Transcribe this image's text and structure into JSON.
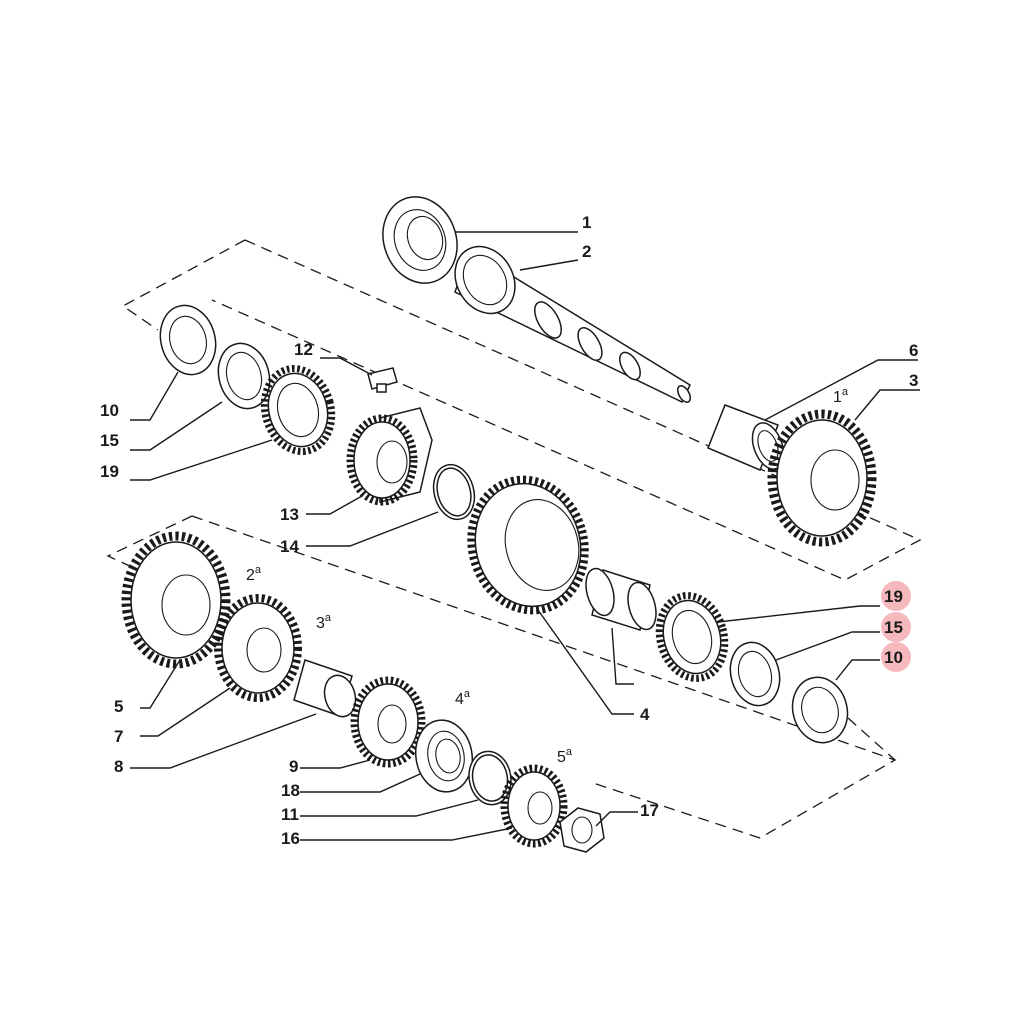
{
  "diagram": {
    "callouts": [
      "1",
      "2",
      "6",
      "3",
      "12",
      "10",
      "15",
      "19",
      "13",
      "14",
      "5",
      "7",
      "8",
      "9",
      "18",
      "11",
      "16",
      "17",
      "4",
      "19",
      "15",
      "10"
    ],
    "highlighted": [
      19,
      20,
      21
    ],
    "highlight_color": "#f4b8bd",
    "gear_labels": [
      {
        "num": "1",
        "sup": "a"
      },
      {
        "num": "2",
        "sup": "a"
      },
      {
        "num": "3",
        "sup": "a"
      },
      {
        "num": "4",
        "sup": "a"
      },
      {
        "num": "5",
        "sup": "a"
      }
    ]
  }
}
